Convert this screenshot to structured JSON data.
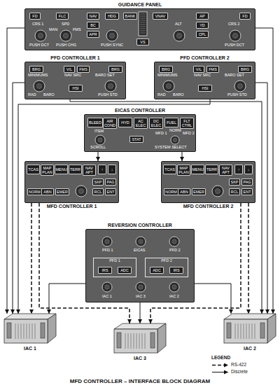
{
  "diagram": {
    "caption": "MFD CONTROLLER – INTERFACE BLOCK DIAGRAM",
    "nodes": [
      {
        "text": [
          "GUIDANCE PANEL"
        ]
      },
      {
        "text": [
          "FD"
        ],
        "in": 0
      },
      {
        "text": [
          "FLC"
        ],
        "in": 0
      },
      {
        "text": [
          "NAV"
        ],
        "in": 0
      },
      {
        "text": [
          "BC"
        ],
        "in": 0
      },
      {
        "text": [
          "APR"
        ],
        "in": 0
      },
      {
        "text": [
          "HDG"
        ],
        "in": 0
      },
      {
        "text": [
          "BANK"
        ],
        "in": 0
      },
      {
        "text": [
          "VNAV"
        ],
        "in": 0
      },
      {
        "text": [
          "VS"
        ],
        "in": 0
      },
      {
        "text": [
          "AP"
        ],
        "in": 0
      },
      {
        "text": [
          "YD"
        ],
        "in": 0
      },
      {
        "text": [
          "CPL"
        ],
        "in": 0
      },
      {
        "text": [
          "FD"
        ],
        "in": 0
      },
      {
        "text": [
          "PFD CONTROLLER 1"
        ]
      },
      {
        "text": [
          "BRG"
        ],
        "in": 14
      },
      {
        "text": [
          "V/L"
        ],
        "in": 14
      },
      {
        "text": [
          "FMS"
        ],
        "in": 14
      },
      {
        "text": [
          "BRG"
        ],
        "in": 14
      },
      {
        "text": [
          "HSI"
        ],
        "in": 14
      },
      {
        "text": [
          "PFD CONTROLLER 2"
        ]
      },
      {
        "text": [
          "BRG"
        ],
        "in": 20
      },
      {
        "text": [
          "V/L"
        ],
        "in": 20
      },
      {
        "text": [
          "FMS"
        ],
        "in": 20
      },
      {
        "text": [
          "BRG"
        ],
        "in": 20
      },
      {
        "text": [
          "HSI"
        ],
        "in": 20
      },
      {
        "text": [
          "EICAS CONTROLLER"
        ]
      },
      {
        "text": [
          "BLEED"
        ],
        "in": 26
      },
      {
        "text": [
          "AIR COND"
        ],
        "in": 26
      },
      {
        "text": [
          "HYD"
        ],
        "in": 26
      },
      {
        "text": [
          "AC ELEC"
        ],
        "in": 26
      },
      {
        "text": [
          "DC ELEC"
        ],
        "in": 26
      },
      {
        "text": [
          "FUEL"
        ],
        "in": 26
      },
      {
        "text": [
          "FLT CTRL"
        ],
        "in": 26
      },
      {
        "text": [
          "STAT"
        ],
        "in": 26
      },
      {
        "text": [
          "MFD CONTROLLER 1"
        ]
      },
      {
        "text": [
          "TCAS"
        ],
        "in": 35
      },
      {
        "text": [
          "MAP PLAN"
        ],
        "in": 35
      },
      {
        "text": [
          "MENU"
        ],
        "in": 35
      },
      {
        "text": [
          "TERR"
        ],
        "in": 35
      },
      {
        "text": [
          "NAV APT"
        ],
        "in": 35
      },
      {
        "text": [
          "↑"
        ],
        "in": 35
      },
      {
        "text": [
          "↓"
        ],
        "in": 35
      },
      {
        "text": [
          "NORM"
        ],
        "in": 35
      },
      {
        "text": [
          "ABN"
        ],
        "in": 35
      },
      {
        "text": [
          "EMER"
        ],
        "in": 35
      },
      {
        "text": [
          "SKP"
        ],
        "in": 35
      },
      {
        "text": [
          "PAG"
        ],
        "in": 35
      },
      {
        "text": [
          "RCL"
        ],
        "in": 35
      },
      {
        "text": [
          "ENT"
        ],
        "in": 35
      },
      {
        "text": [
          "MFD CONTROLLER 2"
        ]
      },
      {
        "text": [
          "TCAS"
        ],
        "in": 50
      },
      {
        "text": [
          "MAP PLAN"
        ],
        "in": 50
      },
      {
        "text": [
          "MENU"
        ],
        "in": 50
      },
      {
        "text": [
          "TERR"
        ],
        "in": 50
      },
      {
        "text": [
          "NAV APT"
        ],
        "in": 50
      },
      {
        "text": [
          "↑"
        ],
        "in": 50
      },
      {
        "text": [
          "↓"
        ],
        "in": 50
      },
      {
        "text": [
          "NORM"
        ],
        "in": 50
      },
      {
        "text": [
          "ABN"
        ],
        "in": 50
      },
      {
        "text": [
          "EMER"
        ],
        "in": 50
      },
      {
        "text": [
          "SKP"
        ],
        "in": 50
      },
      {
        "text": [
          "PAG"
        ],
        "in": 50
      },
      {
        "text": [
          "RCL"
        ],
        "in": 50
      },
      {
        "text": [
          "ENT"
        ],
        "in": 50
      },
      {
        "text": [
          "REVERSION CONTROLLER"
        ]
      },
      {
        "text": [
          "PFD 1"
        ],
        "in": 65
      },
      {
        "text": [
          "IRS"
        ],
        "in": 66
      },
      {
        "text": [
          "ADC"
        ],
        "in": 66
      },
      {
        "text": [
          "PFD 2"
        ],
        "in": 65
      },
      {
        "text": [
          "ADC"
        ],
        "in": 69
      },
      {
        "text": [
          "IRS"
        ],
        "in": 69
      },
      {
        "text": [
          "IAC 1"
        ]
      },
      {
        "text": [
          "IAC 2"
        ]
      },
      {
        "text": [
          "IAC 3"
        ]
      }
    ],
    "edges": [
      {
        "from": 0,
        "to": 72,
        "arrow": "to"
      },
      {
        "from": 0,
        "to": 73,
        "arrow": "to"
      },
      {
        "from": 14,
        "to": 72,
        "arrow": "to"
      },
      {
        "from": 14,
        "to": 73,
        "arrow": "to"
      },
      {
        "from": 20,
        "to": 72,
        "arrow": "to"
      },
      {
        "from": 20,
        "to": 73,
        "arrow": "to"
      },
      {
        "from": 26,
        "to": 35,
        "arrow": "to"
      },
      {
        "from": 26,
        "to": 50,
        "arrow": "to"
      },
      {
        "from": 35,
        "to": 72,
        "arrow": "to"
      },
      {
        "from": 35,
        "to": 74,
        "arrow": "to"
      },
      {
        "from": 50,
        "to": 73,
        "arrow": "to"
      },
      {
        "from": 50,
        "to": 74,
        "arrow": "to"
      },
      {
        "from": 65,
        "to": 72,
        "arrow": "to"
      },
      {
        "from": 65,
        "to": 73,
        "arrow": "to"
      },
      {
        "from": 65,
        "to": 74,
        "arrow": "to"
      }
    ],
    "labels": [
      "CRS 1",
      "PUSH DCT",
      "SPD",
      "MAN",
      "FMS",
      "PUSH CHG",
      "PUSH SYNC",
      "ALT",
      "CRS 2",
      "PUSH DCT",
      "MINIMUMS",
      "NAV SRC",
      "BARO SET",
      "RAD",
      "BARO",
      "PUSH STD",
      "MINIMUMS",
      "NAV SRC",
      "BARO SET",
      "RAD",
      "BARO",
      "PUSH STD",
      "ITEM",
      "SCROLL",
      "MFD 1",
      "NORM",
      "MFD 2",
      "SYSTEM SELECT",
      "PFD 1",
      "EICAS",
      "PFD 2",
      "IAC 1",
      "IAC 3",
      "IAC 2",
      "LEGEND"
    ],
    "legend": [
      {
        "text": "RS-422"
      },
      {
        "text": "Discrete"
      }
    ]
  }
}
